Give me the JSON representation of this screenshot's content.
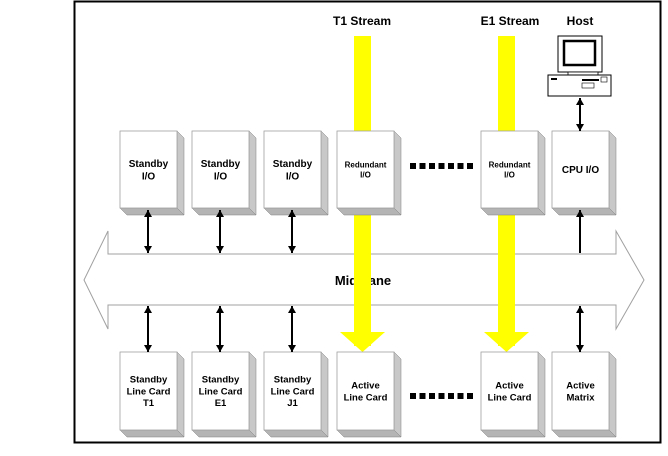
{
  "diagram": {
    "labels": {
      "t1_stream": "T1 Stream",
      "e1_stream": "E1 Stream",
      "host": "Host",
      "midplane": "Midplane"
    },
    "colors": {
      "stream": "#ffff00",
      "box_front": "#ffffff",
      "box_side": "#c8c8c8",
      "box_bottom": "#b4b4b4",
      "frame": "#000000",
      "midplane_outline": "#a0a0a0"
    },
    "top_row": [
      {
        "id": "standby-io-1",
        "lines": [
          "Standby",
          "I/O"
        ],
        "size": "large"
      },
      {
        "id": "standby-io-2",
        "lines": [
          "Standby",
          "I/O"
        ],
        "size": "large"
      },
      {
        "id": "standby-io-3",
        "lines": [
          "Standby",
          "I/O"
        ],
        "size": "large"
      },
      {
        "id": "redundant-io-t1",
        "lines": [
          "Redundant",
          "I/O"
        ],
        "size": "small"
      },
      {
        "id": "redundant-io-e1",
        "lines": [
          "Redundant",
          "I/O"
        ],
        "size": "small"
      },
      {
        "id": "cpu-io",
        "lines": [
          "CPU I/O"
        ],
        "size": "large"
      }
    ],
    "bottom_row": [
      {
        "id": "standby-line-card-t1",
        "lines": [
          "Standby",
          "Line Card",
          "T1"
        ],
        "size": "medium"
      },
      {
        "id": "standby-line-card-e1",
        "lines": [
          "Standby",
          "Line Card",
          "E1"
        ],
        "size": "medium"
      },
      {
        "id": "standby-line-card-j1",
        "lines": [
          "Standby",
          "Line Card",
          "J1"
        ],
        "size": "medium"
      },
      {
        "id": "active-line-card-1",
        "lines": [
          "Active",
          "Line Card"
        ],
        "size": "medium"
      },
      {
        "id": "active-line-card-2",
        "lines": [
          "Active",
          "Line Card"
        ],
        "size": "medium"
      },
      {
        "id": "active-matrix",
        "lines": [
          "Active",
          "Matrix"
        ],
        "size": "medium"
      }
    ],
    "ellipsis_squares": 7
  }
}
